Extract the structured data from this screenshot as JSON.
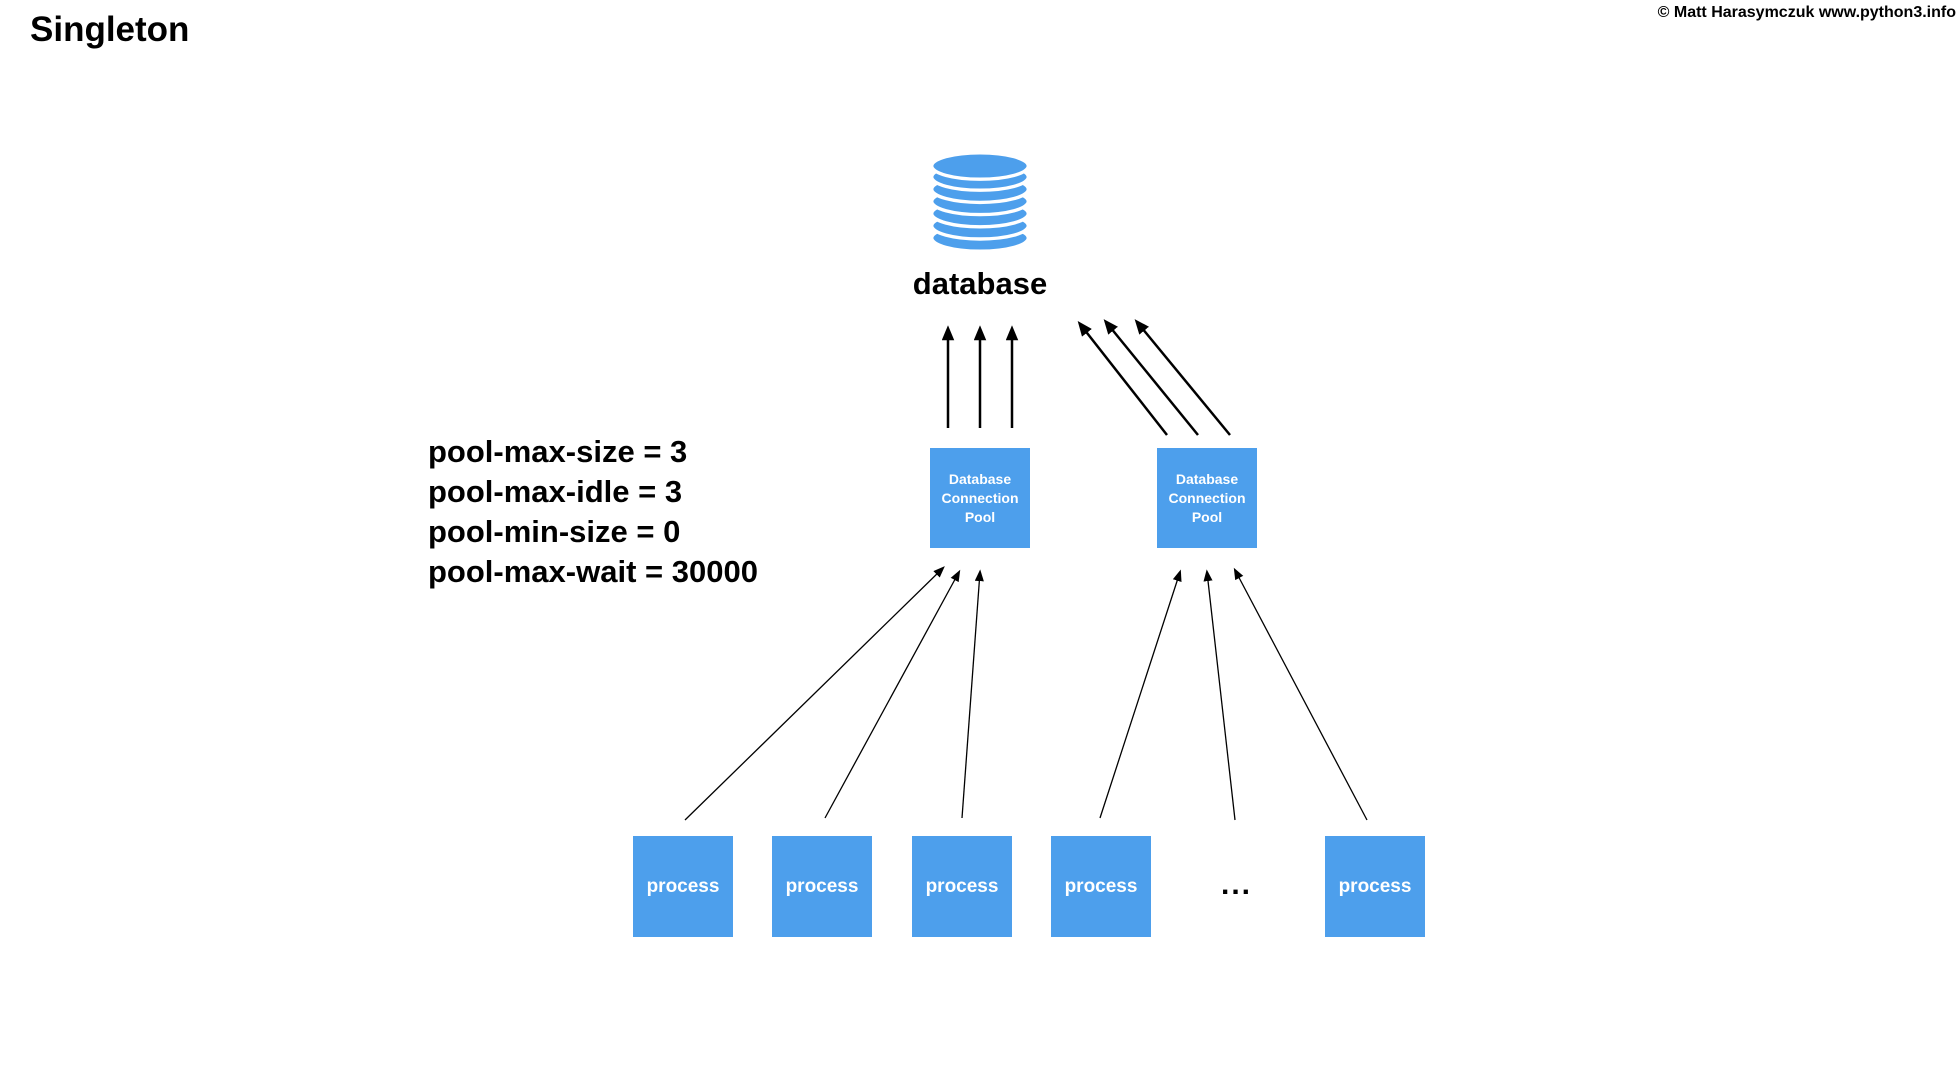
{
  "page": {
    "title": "Singleton",
    "copyright": "© Matt Harasymczuk www.python3.info",
    "background_color": "#FFFFFF"
  },
  "colors": {
    "node_fill": "#4D9FEC",
    "node_text": "#FFFFFF",
    "arrow": "#000000",
    "text": "#000000"
  },
  "diagram": {
    "database": {
      "icon": "database-cylinder-icon",
      "label": "database"
    },
    "pools": [
      {
        "label": "Database\nConnection\nPool"
      },
      {
        "label": "Database\nConnection\nPool"
      }
    ],
    "pool_settings": {
      "lines": [
        "pool-max-size = 3",
        "pool-max-idle = 3",
        "pool-min-size = 0",
        "pool-max-wait = 30000"
      ]
    },
    "processes": [
      {
        "label": "process"
      },
      {
        "label": "process"
      },
      {
        "label": "process"
      },
      {
        "label": "process"
      },
      {
        "label": "process"
      }
    ],
    "ellipsis": "..."
  }
}
